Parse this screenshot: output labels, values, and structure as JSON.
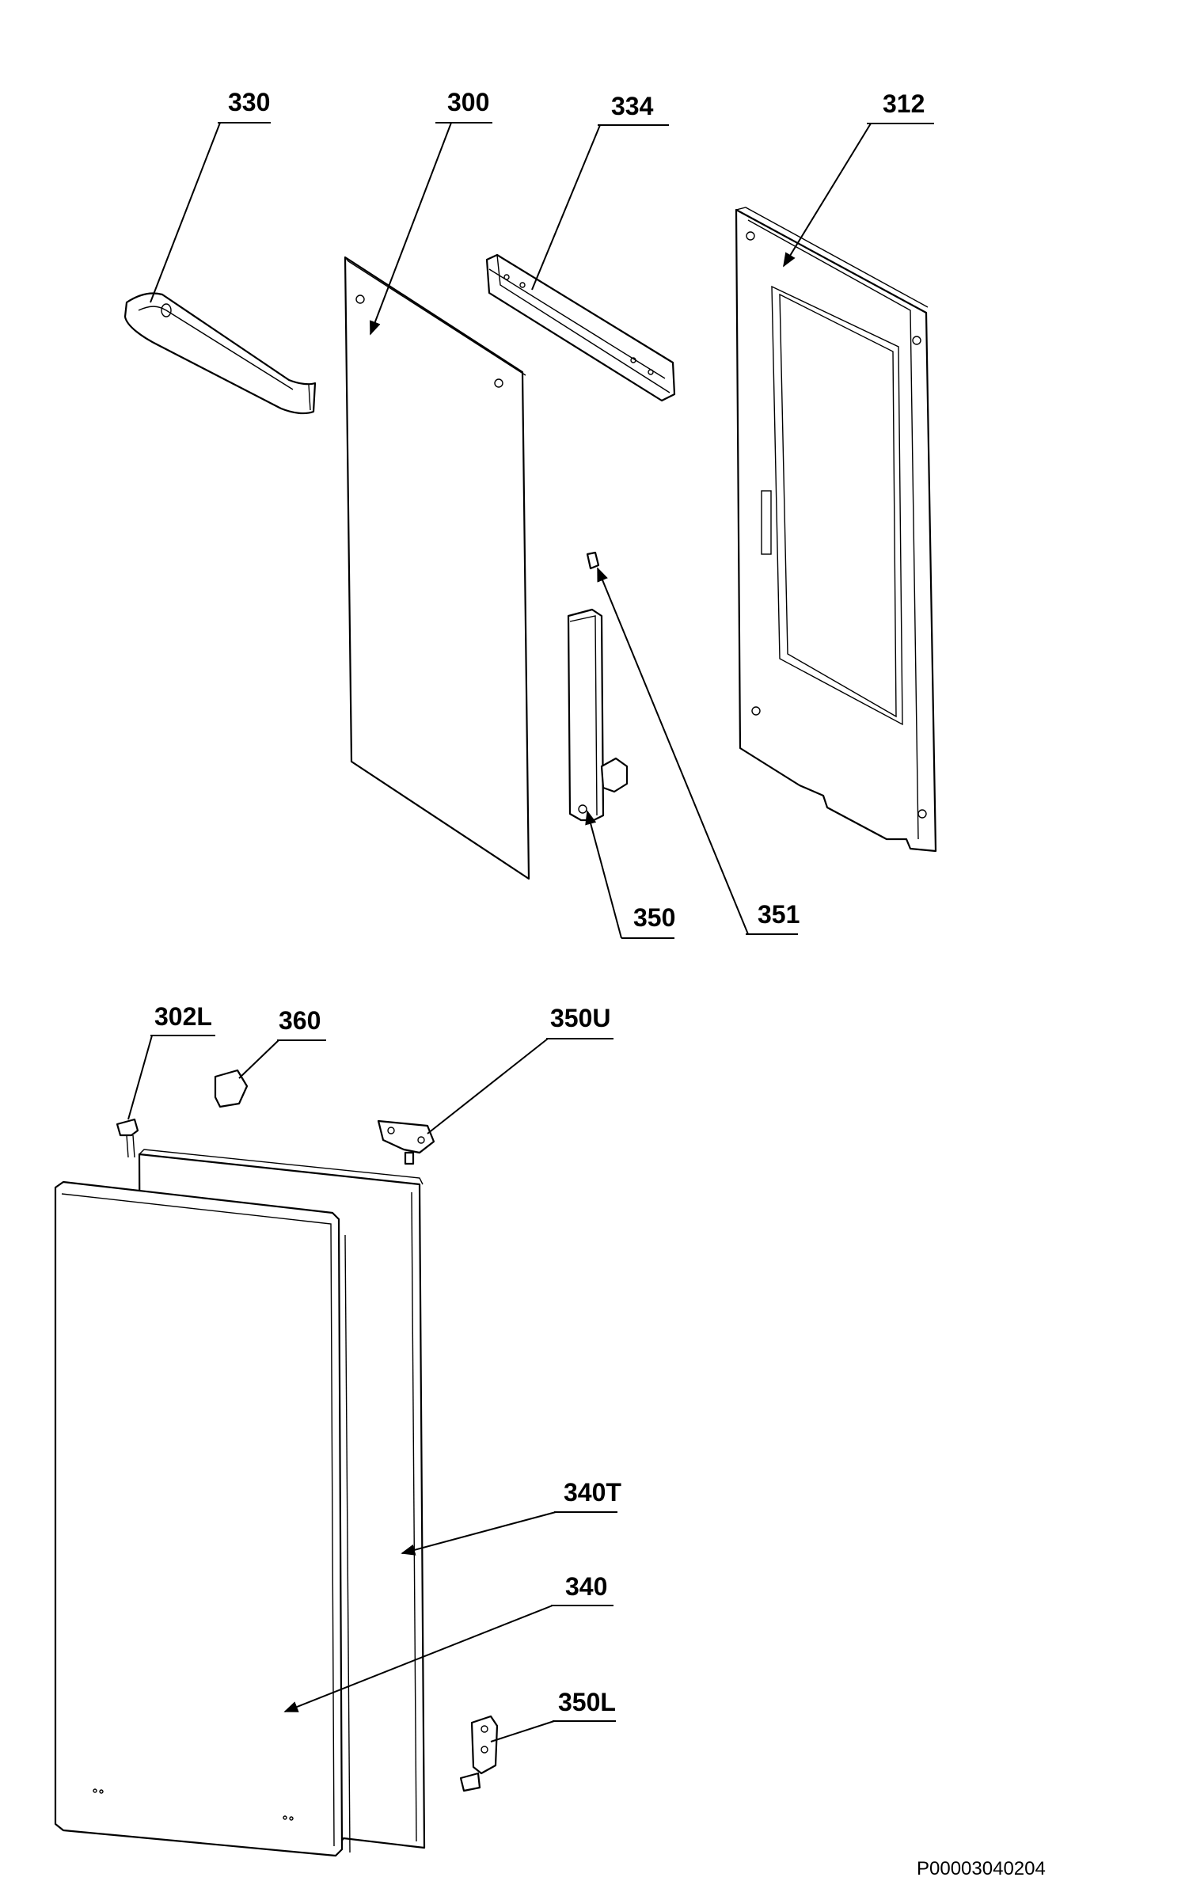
{
  "diagram": {
    "drawing_code": "P00003040204",
    "callouts": [
      {
        "id": "330",
        "label": "330"
      },
      {
        "id": "300",
        "label": "300"
      },
      {
        "id": "334",
        "label": "334"
      },
      {
        "id": "312",
        "label": "312"
      },
      {
        "id": "350",
        "label": "350"
      },
      {
        "id": "351",
        "label": "351"
      },
      {
        "id": "302L",
        "label": "302L"
      },
      {
        "id": "360",
        "label": "360"
      },
      {
        "id": "350U",
        "label": "350U"
      },
      {
        "id": "340T",
        "label": "340T"
      },
      {
        "id": "340",
        "label": "340"
      },
      {
        "id": "350L",
        "label": "350L"
      }
    ]
  }
}
